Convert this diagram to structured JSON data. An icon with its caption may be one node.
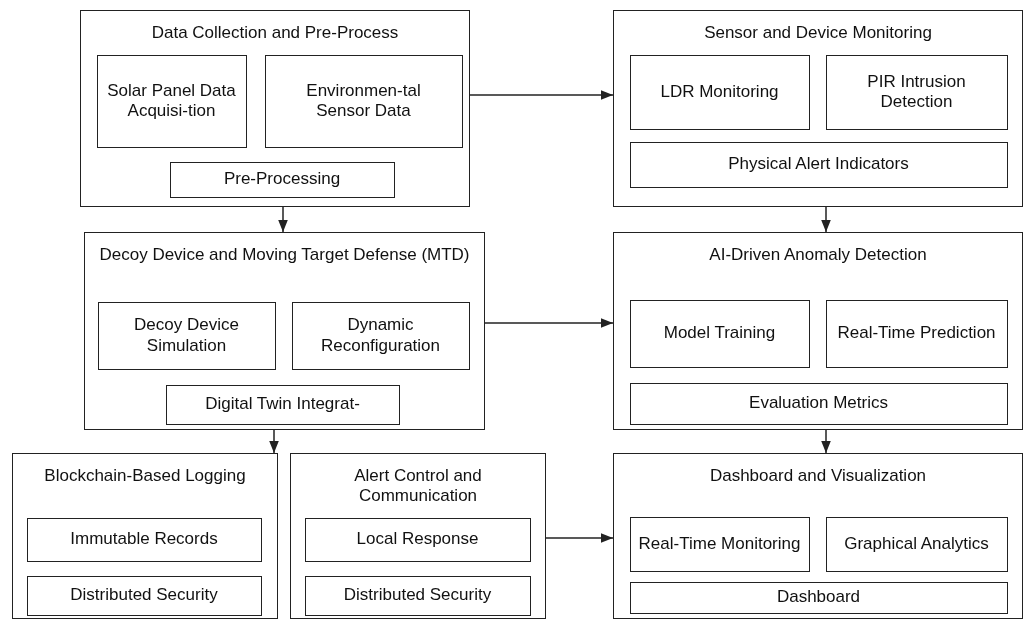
{
  "diagram": {
    "nodes": [
      {
        "text": [
          "Data Collection and Pre-Process"
        ]
      },
      {
        "text": [
          "Solar Panel Data Acquisi-tion"
        ],
        "in": 0
      },
      {
        "text": [
          "Environmen-tal Sensor Data"
        ],
        "in": 0
      },
      {
        "text": [
          "Pre-Processing"
        ],
        "in": 0
      },
      {
        "text": [
          "Decoy Device and Moving Target Defense (MTD)"
        ]
      },
      {
        "text": [
          "Decoy Device Simulation"
        ],
        "in": 4
      },
      {
        "text": [
          "Dynamic Reconfiguration"
        ],
        "in": 4
      },
      {
        "text": [
          "Digital Twin Integrat-"
        ],
        "in": 4
      },
      {
        "text": [
          "Blockchain-Based Logging"
        ]
      },
      {
        "text": [
          "Immutable Records"
        ],
        "in": 8
      },
      {
        "text": [
          "Distributed Security"
        ],
        "in": 8
      },
      {
        "text": [
          "Alert Control and Communication"
        ]
      },
      {
        "text": [
          "Local Response"
        ],
        "in": 11
      },
      {
        "text": [
          "Distributed Security"
        ],
        "in": 11
      },
      {
        "text": [
          "Sensor and Device Monitoring"
        ]
      },
      {
        "text": [
          "LDR Monitoring"
        ],
        "in": 14
      },
      {
        "text": [
          "PIR Intrusion Detection"
        ],
        "in": 14
      },
      {
        "text": [
          "Physical Alert Indicators"
        ],
        "in": 14
      },
      {
        "text": [
          "AI-Driven Anomaly Detection"
        ]
      },
      {
        "text": [
          "Model Training"
        ],
        "in": 18
      },
      {
        "text": [
          "Real-Time Prediction"
        ],
        "in": 18
      },
      {
        "text": [
          "Evaluation Metrics"
        ],
        "in": 18
      },
      {
        "text": [
          "Dashboard and Visualization"
        ]
      },
      {
        "text": [
          "Real-Time Monitoring"
        ],
        "in": 22
      },
      {
        "text": [
          "Graphical Analytics"
        ],
        "in": 22
      },
      {
        "text": [
          "Dashboard"
        ],
        "in": 22
      }
    ],
    "edges": [
      {
        "from": 0,
        "to": 14,
        "arrow": "to"
      },
      {
        "from": 0,
        "to": 4,
        "arrow": "to"
      },
      {
        "from": 14,
        "to": 18,
        "arrow": "to"
      },
      {
        "from": 4,
        "to": 18,
        "arrow": "to"
      },
      {
        "from": 4,
        "to": 8,
        "arrow": "to"
      },
      {
        "from": 18,
        "to": 22,
        "arrow": "to"
      },
      {
        "from": 11,
        "to": 22,
        "arrow": "to"
      }
    ]
  }
}
